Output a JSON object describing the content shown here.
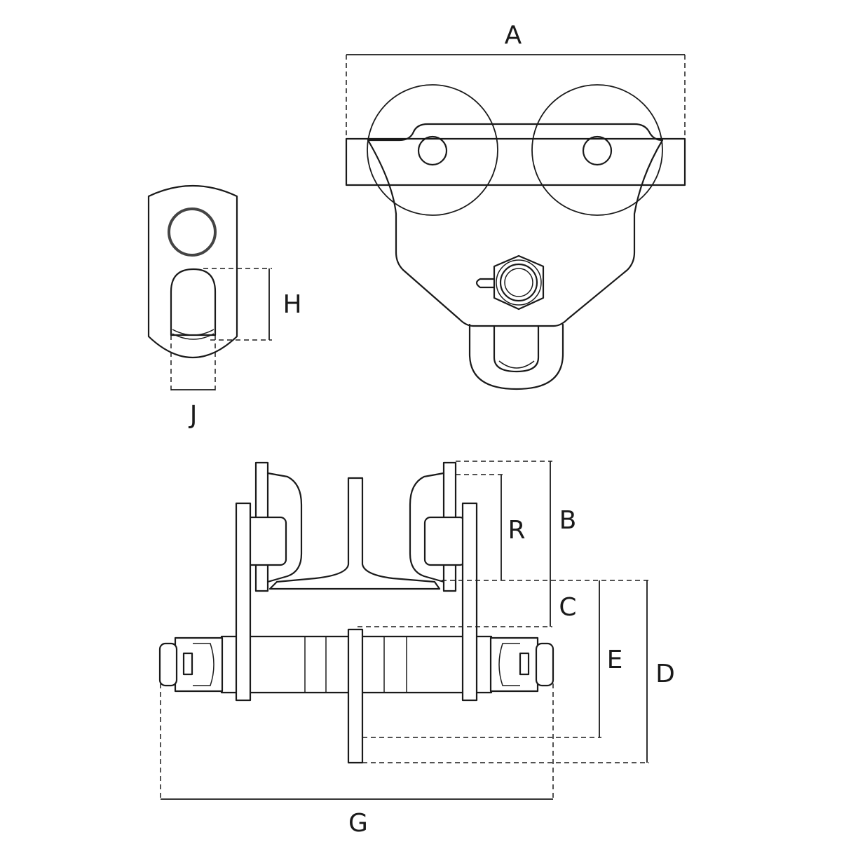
{
  "labels": {
    "A": "A",
    "H": "H",
    "J": "J",
    "B": "B",
    "R": "R",
    "C": "C",
    "E": "E",
    "D": "D",
    "G": "G"
  }
}
